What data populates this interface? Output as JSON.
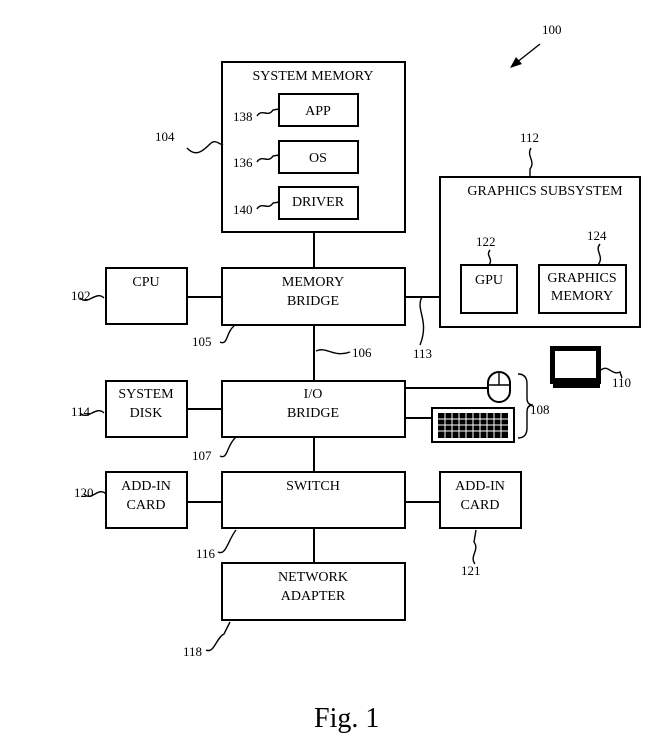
{
  "figure_number": "100",
  "caption": "Fig. 1",
  "blocks": {
    "system_memory": {
      "label": "SYSTEM MEMORY",
      "ref": "104"
    },
    "app": {
      "label": "APP",
      "ref": "138"
    },
    "os": {
      "label": "OS",
      "ref": "136"
    },
    "driver": {
      "label": "DRIVER",
      "ref": "140"
    },
    "graphics_subsystem": {
      "label": "GRAPHICS SUBSYSTEM",
      "ref": "112"
    },
    "gpu": {
      "label": "GPU",
      "ref": "122"
    },
    "graphics_memory": {
      "label_line1": "GRAPHICS",
      "label_line2": "MEMORY",
      "ref": "124"
    },
    "cpu": {
      "label": "CPU",
      "ref": "102"
    },
    "memory_bridge": {
      "label_line1": "MEMORY",
      "label_line2": "BRIDGE",
      "ref": "105"
    },
    "system_disk": {
      "label_line1": "SYSTEM",
      "label_line2": "DISK",
      "ref": "114"
    },
    "io_bridge": {
      "label_line1": "I/O",
      "label_line2": "BRIDGE",
      "ref": "107"
    },
    "add_in_card_left": {
      "label_line1": "ADD-IN",
      "label_line2": "CARD",
      "ref": "120"
    },
    "switch": {
      "label": "SWITCH",
      "ref": "116"
    },
    "add_in_card_right": {
      "label_line1": "ADD-IN",
      "label_line2": "CARD",
      "ref": "121"
    },
    "network_adapter": {
      "label_line1": "NETWORK",
      "label_line2": "ADAPTER",
      "ref": "118"
    }
  },
  "connections": {
    "memory_bridge_to_io_bridge": {
      "ref": "106"
    },
    "memory_bridge_to_graphics": {
      "ref": "113"
    }
  },
  "devices": {
    "display": {
      "ref": "110"
    },
    "input_devices": {
      "ref": "108"
    }
  }
}
